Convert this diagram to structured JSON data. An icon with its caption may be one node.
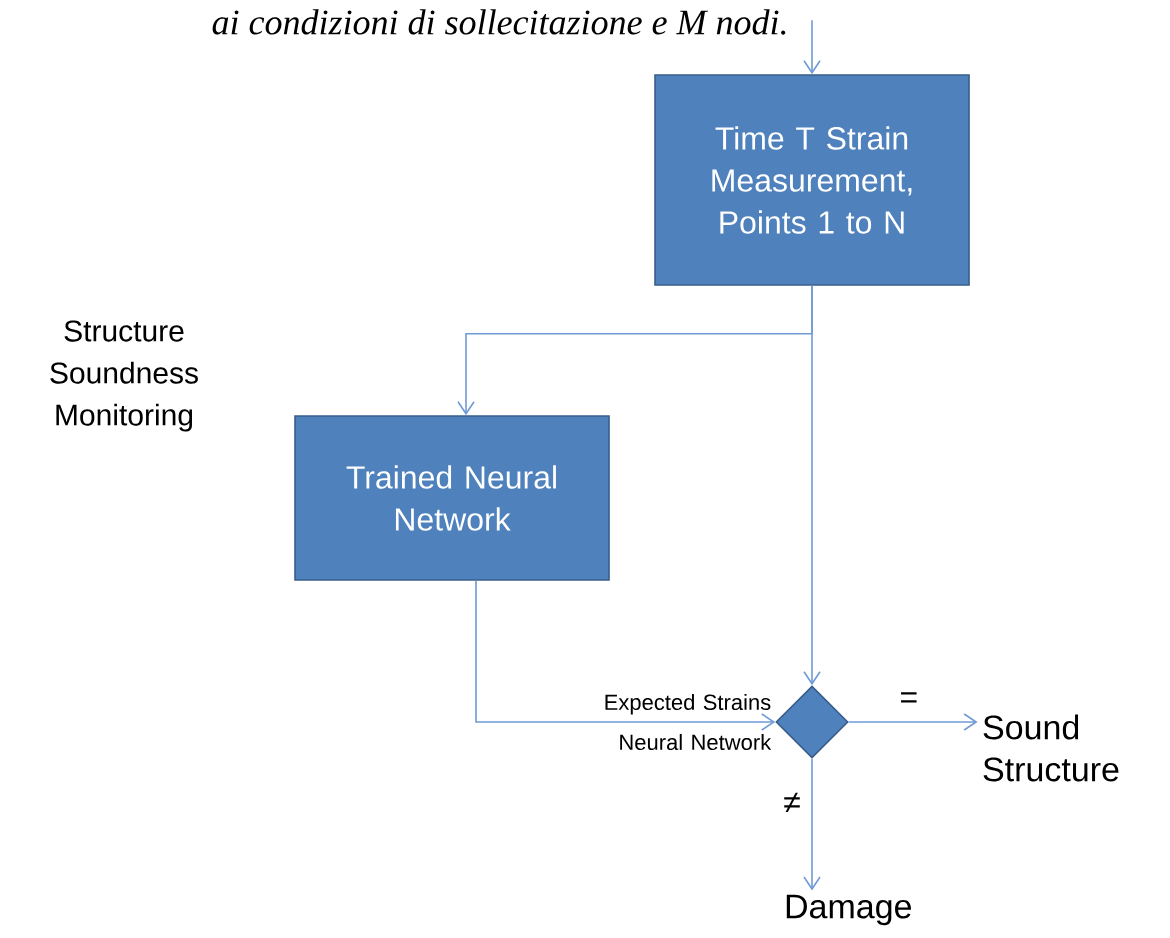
{
  "diagram": {
    "nodes": [
      {
        "text": [
          "Time T Strain Measurement, Points 1 to N"
        ]
      },
      {
        "text": [
          "Trained Neural Network"
        ]
      },
      {
        "text": [],
        "shape": "diamond"
      },
      {
        "text": [
          "Sound Structure"
        ]
      },
      {
        "text": [
          "Damage"
        ]
      }
    ],
    "edges": [
      {
        "from": null,
        "to": 0,
        "arrow": "to"
      },
      {
        "from": 0,
        "to": 1,
        "arrow": "to"
      },
      {
        "from": 0,
        "to": 2,
        "arrow": "to"
      },
      {
        "from": 1,
        "to": 2,
        "arrow": "to",
        "label": "Expected Strains Neural Network"
      },
      {
        "from": 2,
        "to": 3,
        "arrow": "to",
        "label": "="
      },
      {
        "from": 2,
        "to": 4,
        "arrow": "to",
        "label": "≠"
      }
    ],
    "labels": [
      "ai condizioni di sollecitazione e M nodi.",
      "Structure Soundness Monitoring"
    ]
  }
}
